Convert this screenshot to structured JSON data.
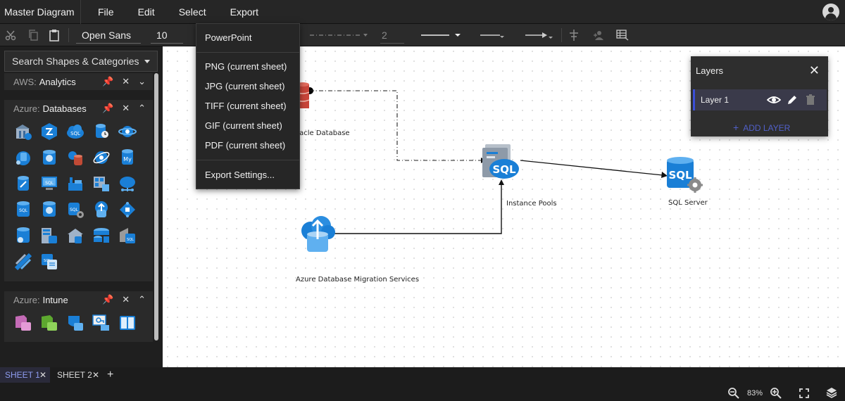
{
  "app": {
    "title": "Master Diagram"
  },
  "menu": {
    "file": "File",
    "edit": "Edit",
    "select": "Select",
    "export": "Export"
  },
  "toolbar": {
    "font": "Open Sans",
    "font_size": "10",
    "stroke_width": "2"
  },
  "sidebar": {
    "search_placeholder": "Search Shapes & Categories",
    "panels": [
      {
        "prefix": "AWS:",
        "name": "Analytics"
      },
      {
        "prefix": "Azure:",
        "name": "Databases"
      },
      {
        "prefix": "Azure:",
        "name": "Intune"
      }
    ]
  },
  "export_menu": {
    "powerpoint": "PowerPoint",
    "png": "PNG (current sheet)",
    "jpg": "JPG (current sheet)",
    "tiff": "TIFF (current sheet)",
    "gif": "GIF (current sheet)",
    "pdf": "PDF (current sheet)",
    "settings": "Export Settings..."
  },
  "layers": {
    "title": "Layers",
    "layer_1": "Layer 1",
    "add_layer": "ADD LAYER"
  },
  "diagram": {
    "oracle_label": "racle Database",
    "instance_pools_label": "Instance Pools",
    "sql_server_label": "SQL Server",
    "migration_label": "Azure Database Migration Services",
    "sql_text": "SQL"
  },
  "sheets": {
    "sheet_1": "SHEET 1",
    "sheet_2": "SHEET 2"
  },
  "status": {
    "zoom": "83%"
  },
  "colors": {
    "accent": "#3b4fd8",
    "azure_blue": "#1a7fd6",
    "oracle_red": "#d0312d"
  }
}
